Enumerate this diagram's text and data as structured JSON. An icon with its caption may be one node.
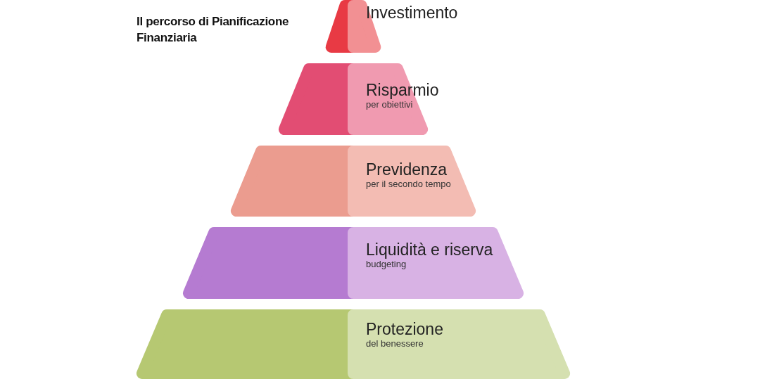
{
  "diagram": {
    "title": "Il percorso di Pianificazione Finanziaria",
    "nodes": [
      {
        "text": [
          "Investimento"
        ]
      },
      {
        "text": [
          "Risparmio",
          "per obiettivi"
        ]
      },
      {
        "text": [
          "Previdenza",
          "per il secondo tempo"
        ]
      },
      {
        "text": [
          "Liquidità e riserva",
          "budgeting"
        ]
      },
      {
        "text": [
          "Protezione",
          "del benessere"
        ]
      }
    ],
    "edges": []
  }
}
